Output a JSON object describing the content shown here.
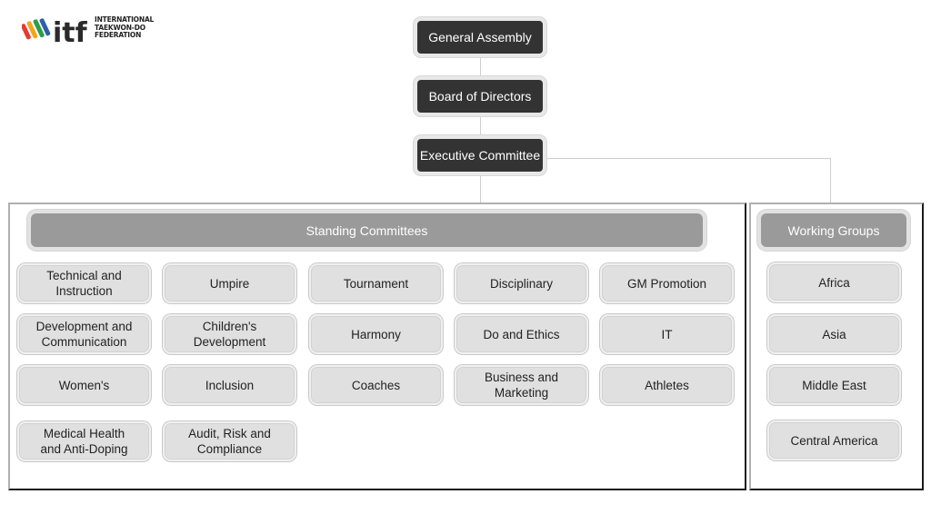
{
  "logo": {
    "line1": "INTERNATIONAL",
    "line2": "TAEKWON-DO",
    "line3": "FEDERATION",
    "mark_text": "itf",
    "stripe_colors": [
      "#e63b2e",
      "#f2a71b",
      "#2a9d4f",
      "#2e5fa8"
    ]
  },
  "hierarchy": {
    "general_assembly": "General Assembly",
    "board_of_directors": "Board of Directors",
    "executive_committee": "Executive Committee"
  },
  "standing_committees": {
    "title": "Standing Committees",
    "items": [
      "Technical and\nInstruction",
      "Umpire",
      "Tournament",
      "Disciplinary",
      "GM Promotion",
      "Development and\nCommunication",
      "Children's\nDevelopment",
      "Harmony",
      "Do and Ethics",
      "IT",
      "Women's",
      "Inclusion",
      "Coaches",
      "Business and\nMarketing",
      "Athletes",
      "Medical Health\nand Anti-Doping",
      "Audit, Risk and\nCompliance"
    ]
  },
  "working_groups": {
    "title": "Working Groups",
    "items": [
      "Africa",
      "Asia",
      "Middle East",
      "Central America"
    ]
  },
  "colors": {
    "dark_node": "#333333",
    "header": "#9a9a9a",
    "box": "#e0e0e0"
  }
}
